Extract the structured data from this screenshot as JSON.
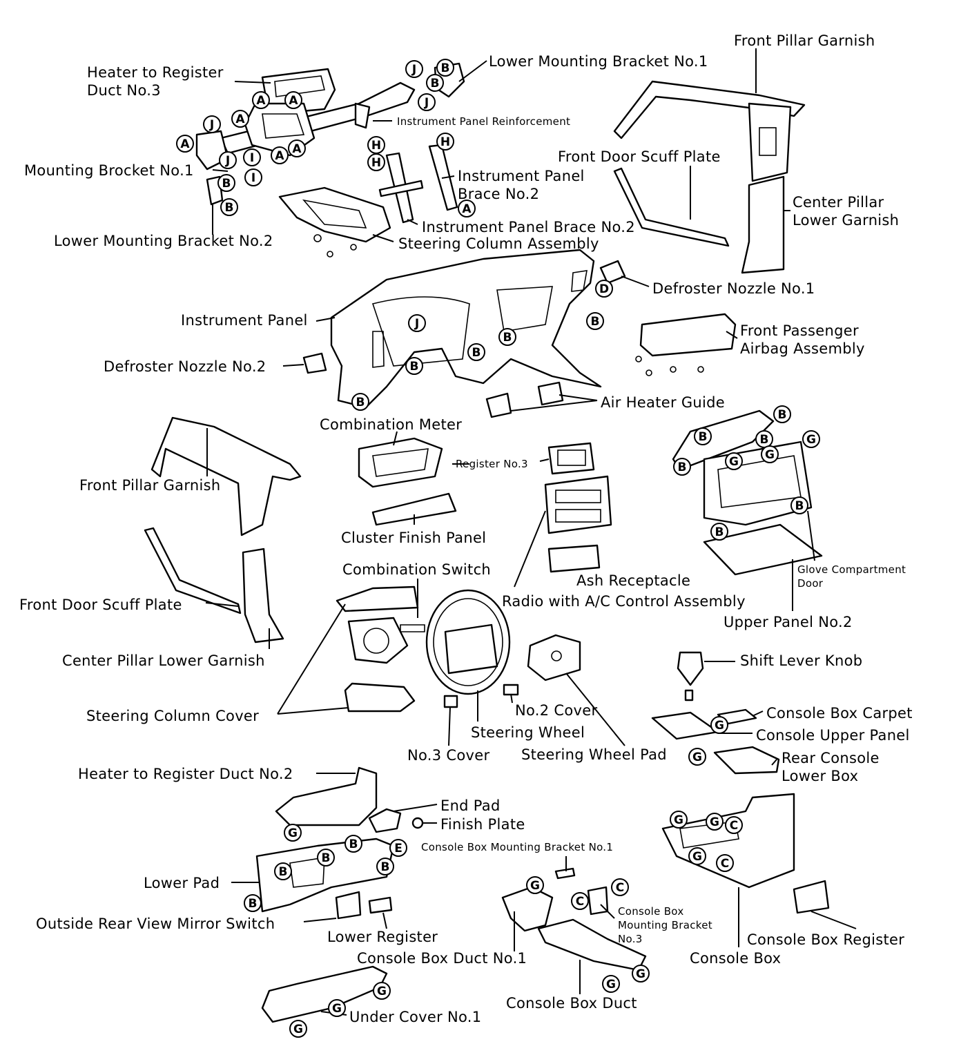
{
  "labels": {
    "heater_duct3": "Heater to Register\nDuct No.3",
    "lower_mount_bracket1": "Lower Mounting Bracket No.1",
    "front_pillar_garnish_r": "Front Pillar Garnish",
    "ip_reinforcement": "Instrument Panel Reinforcement",
    "front_door_scuff_plate_r": "Front Door Scuff Plate",
    "mounting_bracket1": "Mounting Brocket No.1",
    "ip_brace2_a": "Instrument Panel\nBrace No.2",
    "center_pillar_lower_garnish_r": "Center Pillar\nLower Garnish",
    "ip_brace2_b": "Instrument Panel Brace No.2",
    "lower_mount_bracket2": "Lower Mounting Bracket No.2",
    "steering_column_assy": "Steering Column Assembly",
    "defroster_nozzle1": "Defroster Nozzle No.1",
    "instrument_panel": "Instrument Panel",
    "front_passenger_airbag": "Front Passenger\nAirbag Assembly",
    "defroster_nozzle2": "Defroster Nozzle No.2",
    "air_heater_guide": "Air Heater Guide",
    "combination_meter": "Combination Meter",
    "register3": "Register No.3",
    "front_pillar_garnish_l": "Front Pillar Garnish",
    "cluster_finish_panel": "Cluster Finish Panel",
    "combination_switch": "Combination Switch",
    "ash_receptacle": "Ash Receptacle",
    "glove_compartment_door": "Glove Compartment\nDoor",
    "radio_ac": "Radio with A/C Control Assembly",
    "front_door_scuff_plate_l": "Front Door Scuff Plate",
    "upper_panel2": "Upper Panel No.2",
    "center_pillar_lower_garnish_l": "Center Pillar Lower Garnish",
    "shift_lever_knob": "Shift Lever Knob",
    "steering_column_cover": "Steering Column Cover",
    "no2_cover": "No.2 Cover",
    "console_box_carpet": "Console Box Carpet",
    "steering_wheel": "Steering Wheel",
    "console_upper_panel": "Console Upper Panel",
    "no3_cover": "No.3 Cover",
    "steering_wheel_pad": "Steering Wheel Pad",
    "rear_console_lower_box": "Rear Console\nLower Box",
    "heater_duct2": "Heater to Register Duct No.2",
    "end_pad": "End Pad",
    "finish_plate": "Finish Plate",
    "console_box_mount_bracket1": "Console Box Mounting Bracket No.1",
    "lower_pad": "Lower Pad",
    "console_box_mount_bracket3": "Console Box\nMounting Bracket\nNo.3",
    "outside_mirror_switch": "Outside Rear View Mirror Switch",
    "lower_register": "Lower Register",
    "console_box_register": "Console Box Register",
    "console_box_duct1": "Console Box Duct No.1",
    "console_box": "Console Box",
    "console_box_duct": "Console Box Duct",
    "under_cover1": "Under Cover No.1"
  },
  "markers": [
    "A",
    "B",
    "C",
    "D",
    "E",
    "G",
    "H",
    "I",
    "J"
  ]
}
